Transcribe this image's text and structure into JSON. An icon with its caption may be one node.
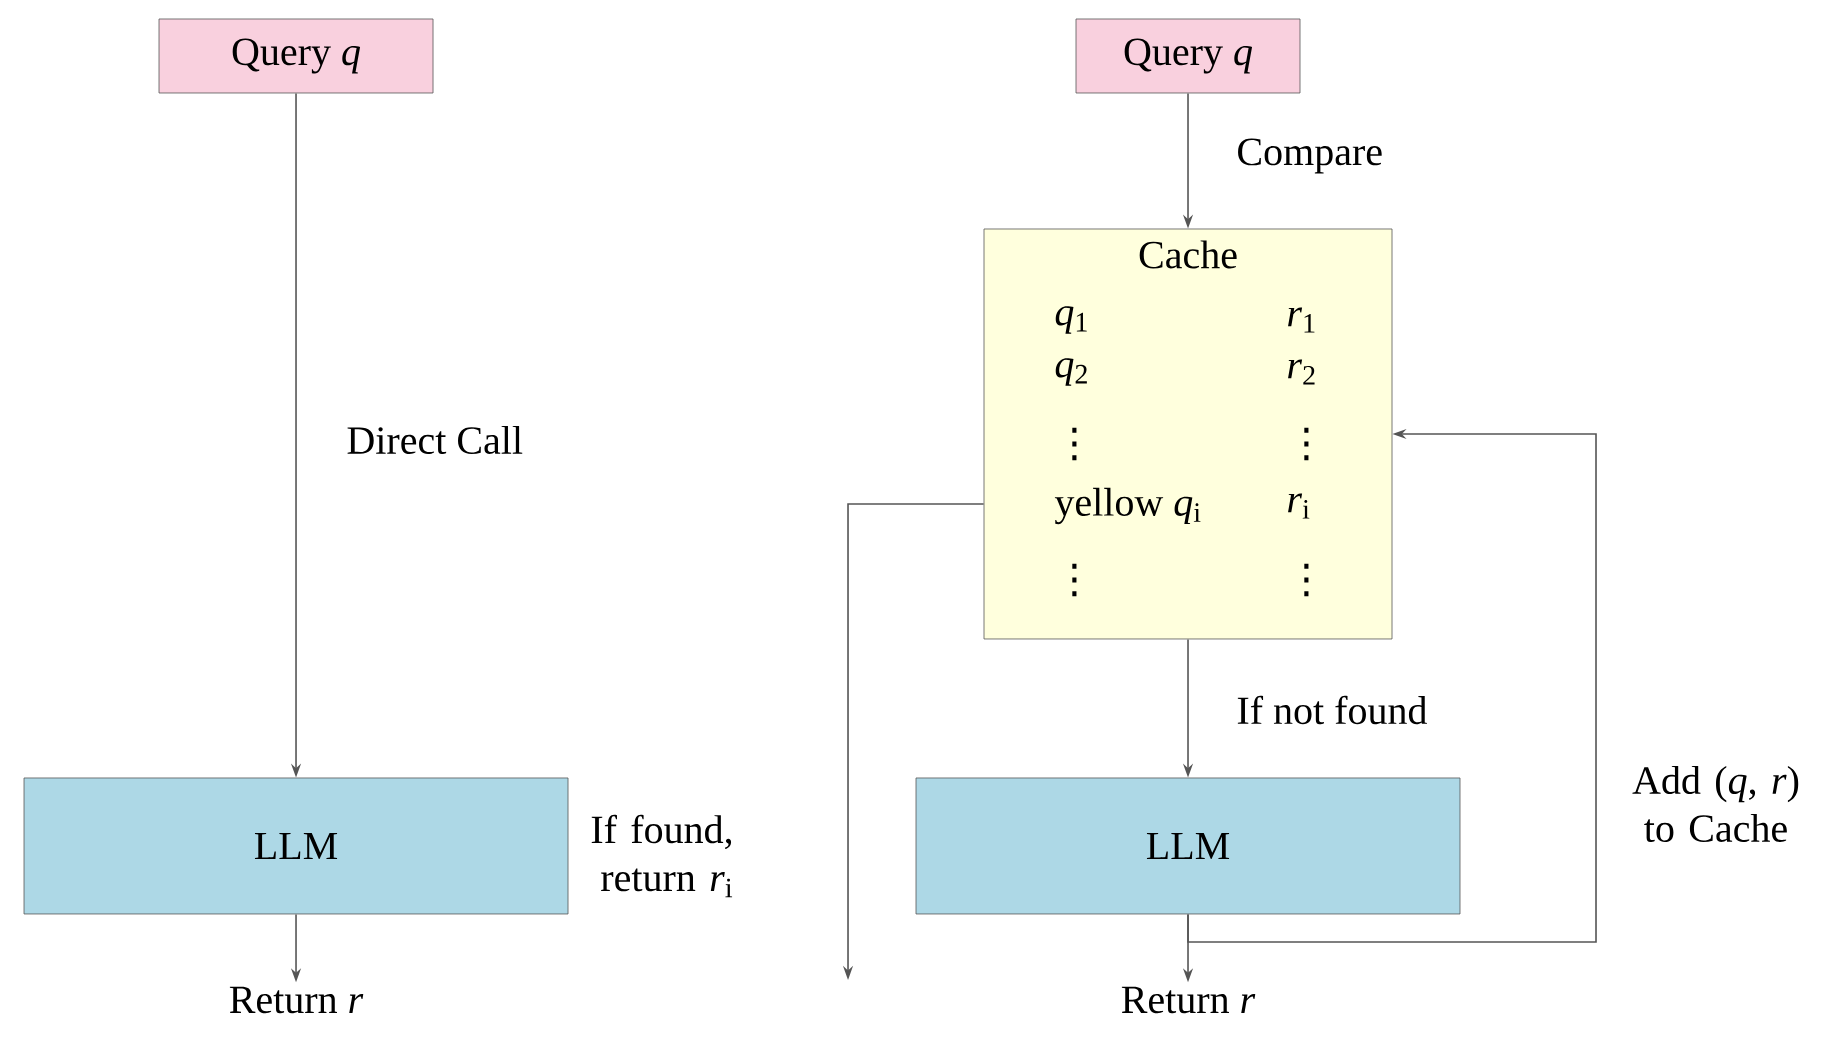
{
  "diagram": {
    "nodes": [
      {
        "text": [
          "Query *q*"
        ]
      },
      {
        "text": [
          "LLM"
        ]
      },
      {
        "text": [
          "Return *r*"
        ]
      },
      {
        "text": [
          "Query *q*"
        ]
      },
      {
        "text": [
          "Cache",
          "*q*$_{1}$",
          "*r*$_{1}$",
          "*q*$_{2}$",
          "*r*$_{2}$",
          "⋮",
          "⋮",
          "yellow *q*$_{i}$",
          "*r*$_{i}$",
          "⋮",
          "⋮"
        ]
      },
      {
        "text": [
          "LLM"
        ]
      },
      {
        "text": [
          "Return *r*"
        ]
      }
    ],
    "edges": [
      {
        "from": 0,
        "to": 1,
        "arrow": "to",
        "label": "Direct Call"
      },
      {
        "from": 1,
        "to": 2,
        "arrow": "to"
      },
      {
        "from": 3,
        "to": 4,
        "arrow": "to",
        "label": "Compare"
      },
      {
        "from": 4,
        "to": null,
        "arrow": "to",
        "label": "If found, return *r*$_{i}$"
      },
      {
        "from": 4,
        "to": 5,
        "arrow": "to",
        "label": "If not found"
      },
      {
        "from": 5,
        "to": 6,
        "arrow": "to"
      },
      {
        "from": 5,
        "to": 4,
        "arrow": "to",
        "label": "Add (*q*, *r*) to Cache"
      }
    ]
  }
}
